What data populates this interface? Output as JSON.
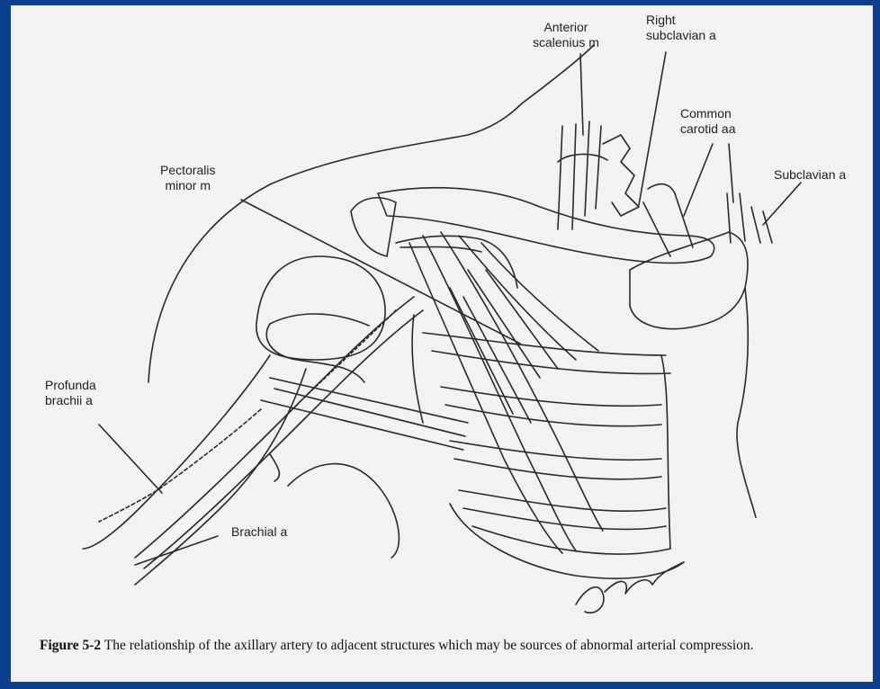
{
  "figure": {
    "labels": {
      "anterior_scalenius": "Anterior\nscalenius m",
      "right_subclavian": "Right\nsubclavian a",
      "common_carotid": "Common\ncarotid aa",
      "subclavian": "Subclavian a",
      "pectoralis_minor": "Pectoralis\nminor m",
      "profunda_brachii": "Profunda\nbrachii a",
      "brachial": "Brachial a"
    },
    "signature": "J Marlowe",
    "caption_number": "Figure 5-2",
    "caption_text": "The relationship of the axillary artery to adjacent structures which may be sources of abnormal arterial compression."
  },
  "colors": {
    "background_frame": "#0b3f8c",
    "paper": "#f2f2f0",
    "ink": "#2a2a2a"
  }
}
